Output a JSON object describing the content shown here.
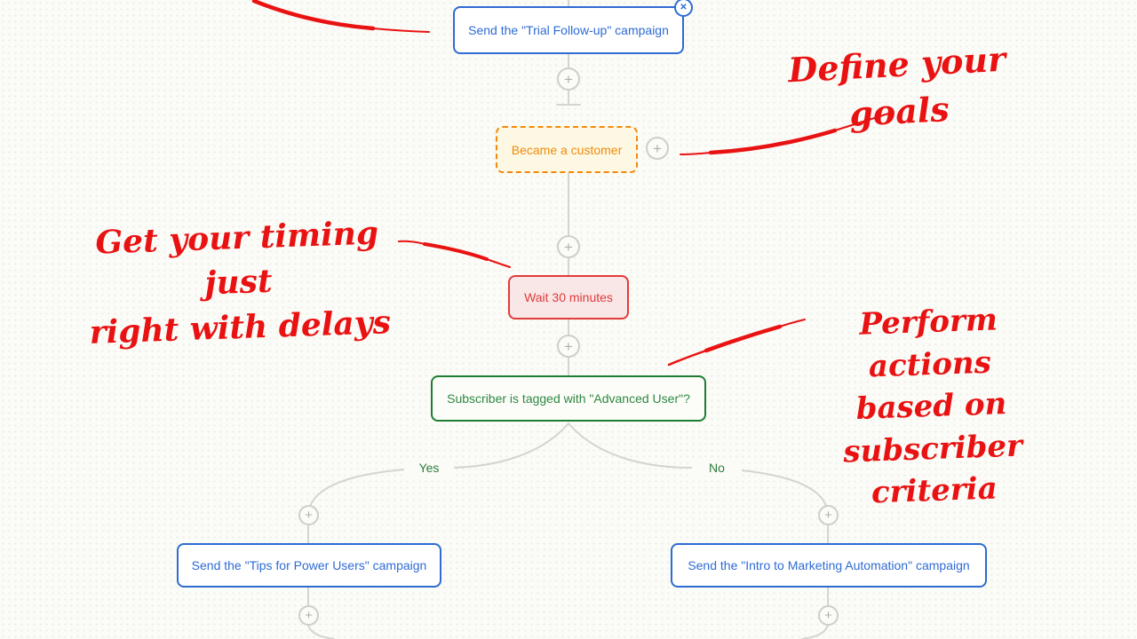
{
  "colors": {
    "background": "#fbfbf7",
    "connector_gray": "#d5d5cf",
    "plus_circle_gray": "#cfcfc9",
    "campaign_blue": "#2e6bd3",
    "goal_orange": "#f18a0e",
    "goal_bg": "#fdf8e3",
    "delay_red": "#e23b3b",
    "delay_bg": "#f9e7e7",
    "condition_green": "#1c7e33",
    "branch_label_green": "#2d7d3b",
    "annotation_red": "#e91212"
  },
  "icons": {
    "plus": "+",
    "close": "✕"
  },
  "flow": {
    "nodes": [
      {
        "id": "trial-followup",
        "type": "campaign",
        "label": "Send the \"Trial Follow-up\" campaign"
      },
      {
        "id": "became-customer",
        "type": "goal",
        "label": "Became a customer"
      },
      {
        "id": "wait-delay",
        "type": "delay",
        "label": "Wait 30 minutes"
      },
      {
        "id": "condition",
        "type": "condition",
        "label": "Subscriber is tagged with \"Advanced User\"?"
      },
      {
        "id": "tips-campaign",
        "type": "campaign",
        "label": "Send the \"Tips for Power Users\" campaign"
      },
      {
        "id": "intro-campaign",
        "type": "campaign",
        "label": "Send the \"Intro to Marketing Automation\" campaign"
      }
    ],
    "branch_labels": {
      "yes": "Yes",
      "no": "No"
    }
  },
  "annotations": [
    {
      "lines": [
        "Define your goals"
      ]
    },
    {
      "lines": [
        "Get your timing just",
        "right with delays"
      ]
    },
    {
      "lines": [
        "Perform actions",
        "based on",
        "subscriber criteria"
      ]
    }
  ]
}
